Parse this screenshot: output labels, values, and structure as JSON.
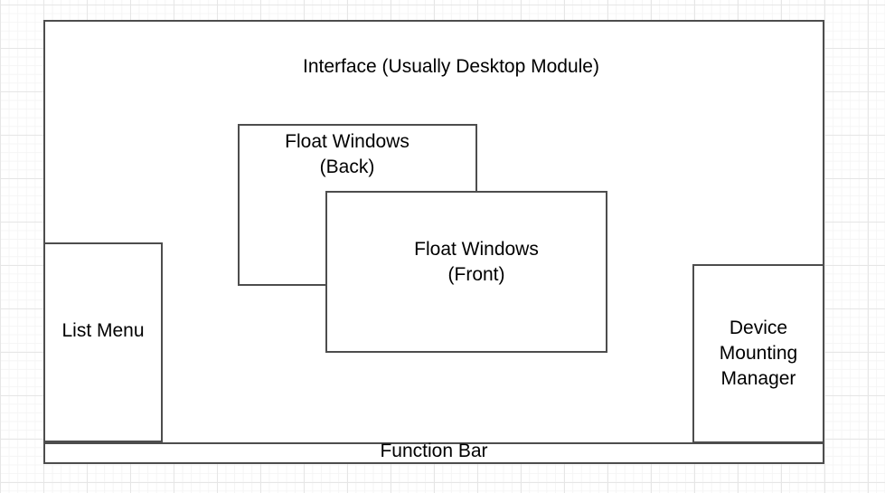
{
  "colors": {
    "stroke": "#4d4d4d",
    "text": "#000000",
    "shape-fill": "#ffffff",
    "canvas-bg": "#ffffff",
    "grid-minor": "#f5f5f5",
    "grid-major": "#e6e6e6"
  },
  "diagram": {
    "interface": {
      "label": "Interface (Usually Desktop Module)"
    },
    "float_back": {
      "label": "Float Windows\n(Back)"
    },
    "float_front": {
      "label": "Float Windows\n(Front)"
    },
    "list_menu": {
      "label": "List Menu"
    },
    "device_manager": {
      "label": "Device\nMounting\nManager"
    },
    "function_bar": {
      "label": "Function Bar"
    }
  }
}
